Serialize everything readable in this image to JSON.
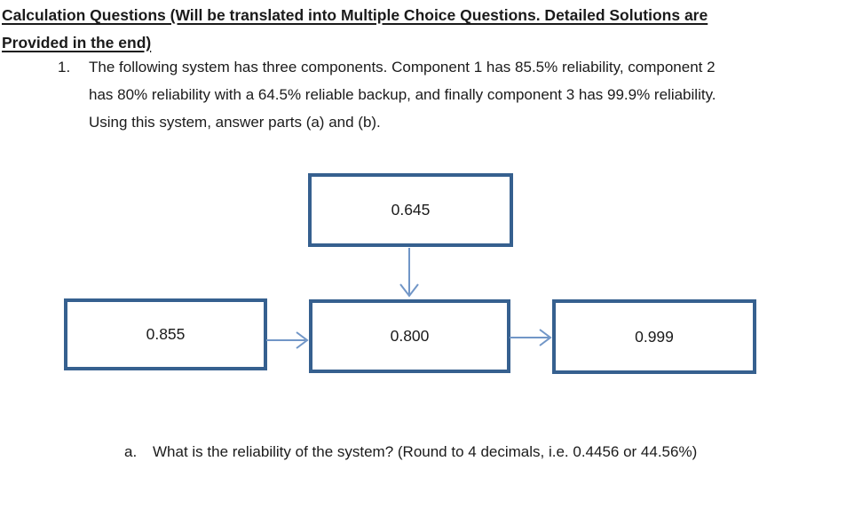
{
  "theme": {
    "page_bg": "#ffffff",
    "text_color": "#1b1b1b",
    "box_border": "#36608F",
    "arrow_color": "#7196C7"
  },
  "header": {
    "title_line1": "Calculation Questions (Will be translated into Multiple Choice Questions. Detailed Solutions are",
    "title_line2": "Provided in the end)"
  },
  "question1": {
    "number": "1.",
    "lines": [
      "The following system has three components. Component 1 has 85.5% reliability, component 2",
      "has 80% reliability with a 64.5% reliable backup, and finally component 3 has 99.9% reliability.",
      "Using this system, answer parts (a) and (b)."
    ]
  },
  "diagram": {
    "boxes": [
      {
        "id": "backup",
        "value": "0.645"
      },
      {
        "id": "component-1",
        "value": "0.855"
      },
      {
        "id": "component-2",
        "value": "0.800"
      },
      {
        "id": "component-3",
        "value": "0.999"
      }
    ],
    "arrows": [
      {
        "from": "backup",
        "to": "component-2",
        "direction": "down"
      },
      {
        "from": "component-1",
        "to": "component-2",
        "direction": "right"
      },
      {
        "from": "component-2",
        "to": "component-3",
        "direction": "right"
      }
    ]
  },
  "part_a": {
    "label": "a.",
    "text": "What is the reliability of the system? (Round to 4 decimals, i.e. 0.4456 or 44.56%)"
  }
}
